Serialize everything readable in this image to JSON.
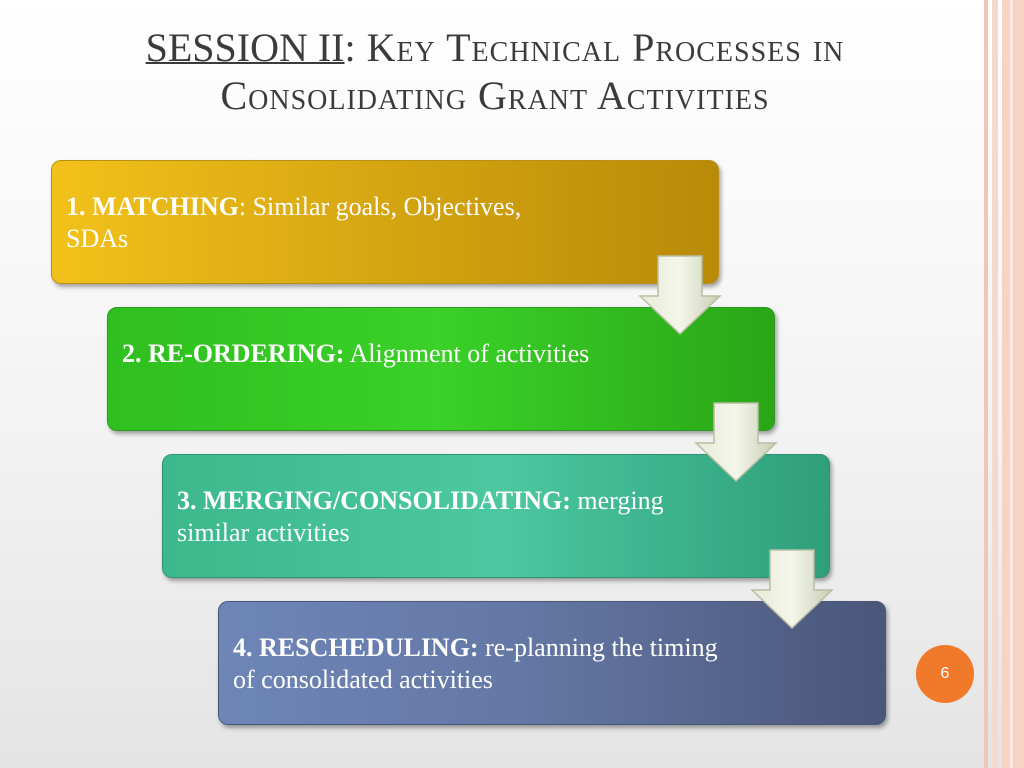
{
  "title": {
    "prefix": "SESSION II",
    "sep": ":",
    "rest_line1": " Key Technical Processes in",
    "line2": "Consolidating Grant Activities"
  },
  "steps": [
    {
      "head": "1. MATCHING",
      "tail": ": Similar goals, Objectives, SDAs"
    },
    {
      "head": "2. RE-ORDERING:",
      "tail": " Alignment of activities"
    },
    {
      "head": "3. MERGING/CONSOLIDATING:",
      "tail": " merging similar activities"
    },
    {
      "head": "4. RESCHEDULING:",
      "tail": " re-planning the timing of consolidated activities"
    }
  ],
  "page_number": "6",
  "colors": {
    "step1": "#e6b313",
    "step2": "#35c423",
    "step3": "#45c096",
    "step4": "#6478a5",
    "arrow": "#dfe6cf",
    "badge": "#f07a2a"
  }
}
